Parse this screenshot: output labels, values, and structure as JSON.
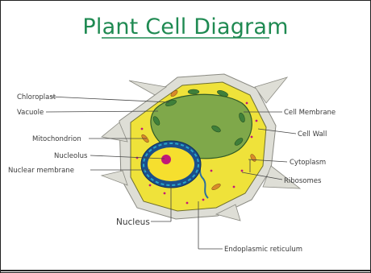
{
  "title": "Plant Cell Diagram",
  "labels": {
    "chloroplast": "Chloroplast",
    "vacuole": "Vacuole",
    "mitochondrion": "Mitochondrion",
    "nucleolus": "Nucleolus",
    "nuclear_membrane": "Nuclear membrane",
    "nucleus": "Nucleus",
    "cell_membrane": "Cell Membrane",
    "cell_wall": "Cell Wall",
    "cytoplasm": "Cytoplasm",
    "ribosomes": "Ribosomes",
    "endoplasmic_reticulum": "Endoplasmic reticulum"
  },
  "colors": {
    "title": "#1f8a52",
    "cell_wall": "#d8d8cf",
    "cytoplasm": "#efe23a",
    "vacuole": "#7fa84a",
    "chloroplast": "#3f7f3a",
    "nucleus": "#f6df2e",
    "nuclear_membrane": "#1b4f8c",
    "nucleolus": "#c2187a",
    "ribosome": "#c2187a"
  }
}
